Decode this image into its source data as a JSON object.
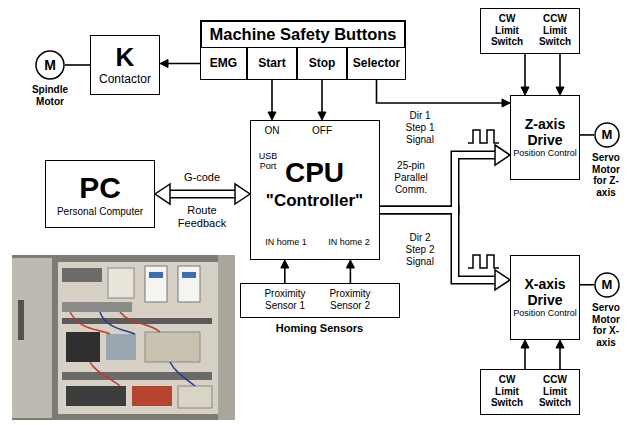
{
  "diagram": {
    "nodes": [
      {
        "text": [
          "M",
          "Spindle Motor"
        ]
      },
      {
        "text": [
          "K",
          "Contactor"
        ]
      },
      {
        "text": [
          "Machine Safety Buttons"
        ]
      },
      {
        "text": [
          "EMG"
        ],
        "in": 2
      },
      {
        "text": [
          "Start"
        ],
        "in": 2
      },
      {
        "text": [
          "Stop"
        ],
        "in": 2
      },
      {
        "text": [
          "Selector"
        ],
        "in": 2
      },
      {
        "text": [
          "CW Limit Switch",
          "CCW Limit Switch"
        ]
      },
      {
        "text": [
          "PC",
          "Personal Computer"
        ]
      },
      {
        "text": [
          "ON",
          "OFF",
          "USB Port",
          "CPU",
          "\"Controller\"",
          "IN home 1",
          "IN home 2"
        ]
      },
      {
        "text": [
          "Z-axis Drive",
          "Position Control"
        ]
      },
      {
        "text": [
          "M",
          "Servo Motor for Z-axis"
        ]
      },
      {
        "text": [
          "X-axis Drive",
          "Position Control"
        ]
      },
      {
        "text": [
          "M",
          "Servo Motor for X-axis"
        ]
      },
      {
        "text": [
          "Proximity Sensor 1",
          "Proximity Sensor 2",
          "Homing Sensors"
        ]
      },
      {
        "text": [
          "CW Limit Switch",
          "CCW Limit Switch"
        ]
      }
    ],
    "edges": [
      {
        "from": 3,
        "to": 1,
        "arrow": "to"
      },
      {
        "from": 1,
        "to": 0,
        "arrow": "none"
      },
      {
        "from": 4,
        "to": 9,
        "arrow": "to"
      },
      {
        "from": 5,
        "to": 9,
        "arrow": "to"
      },
      {
        "from": 6,
        "to": 10,
        "arrow": "to"
      },
      {
        "from": 8,
        "to": 9,
        "arrow": "both",
        "label": "G-code"
      },
      {
        "from": 9,
        "to": 10,
        "arrow": "to",
        "label": "Dir 1 Step 1 Signal"
      },
      {
        "from": 9,
        "to": 12,
        "arrow": "to",
        "label": "Dir 2 Step 2 Signal"
      },
      {
        "from": 7,
        "to": 10,
        "arrow": "to"
      },
      {
        "from": 7,
        "to": 10,
        "arrow": "to"
      },
      {
        "from": 10,
        "to": 11,
        "arrow": "none"
      },
      {
        "from": 12,
        "to": 13,
        "arrow": "none"
      },
      {
        "from": 14,
        "to": 9,
        "arrow": "to"
      },
      {
        "from": 14,
        "to": 9,
        "arrow": "to"
      },
      {
        "from": 15,
        "to": 12,
        "arrow": "to"
      },
      {
        "from": 15,
        "to": 12,
        "arrow": "to"
      }
    ],
    "labels": [
      "Route Feedback",
      "25-pin Parallel Comm."
    ]
  }
}
